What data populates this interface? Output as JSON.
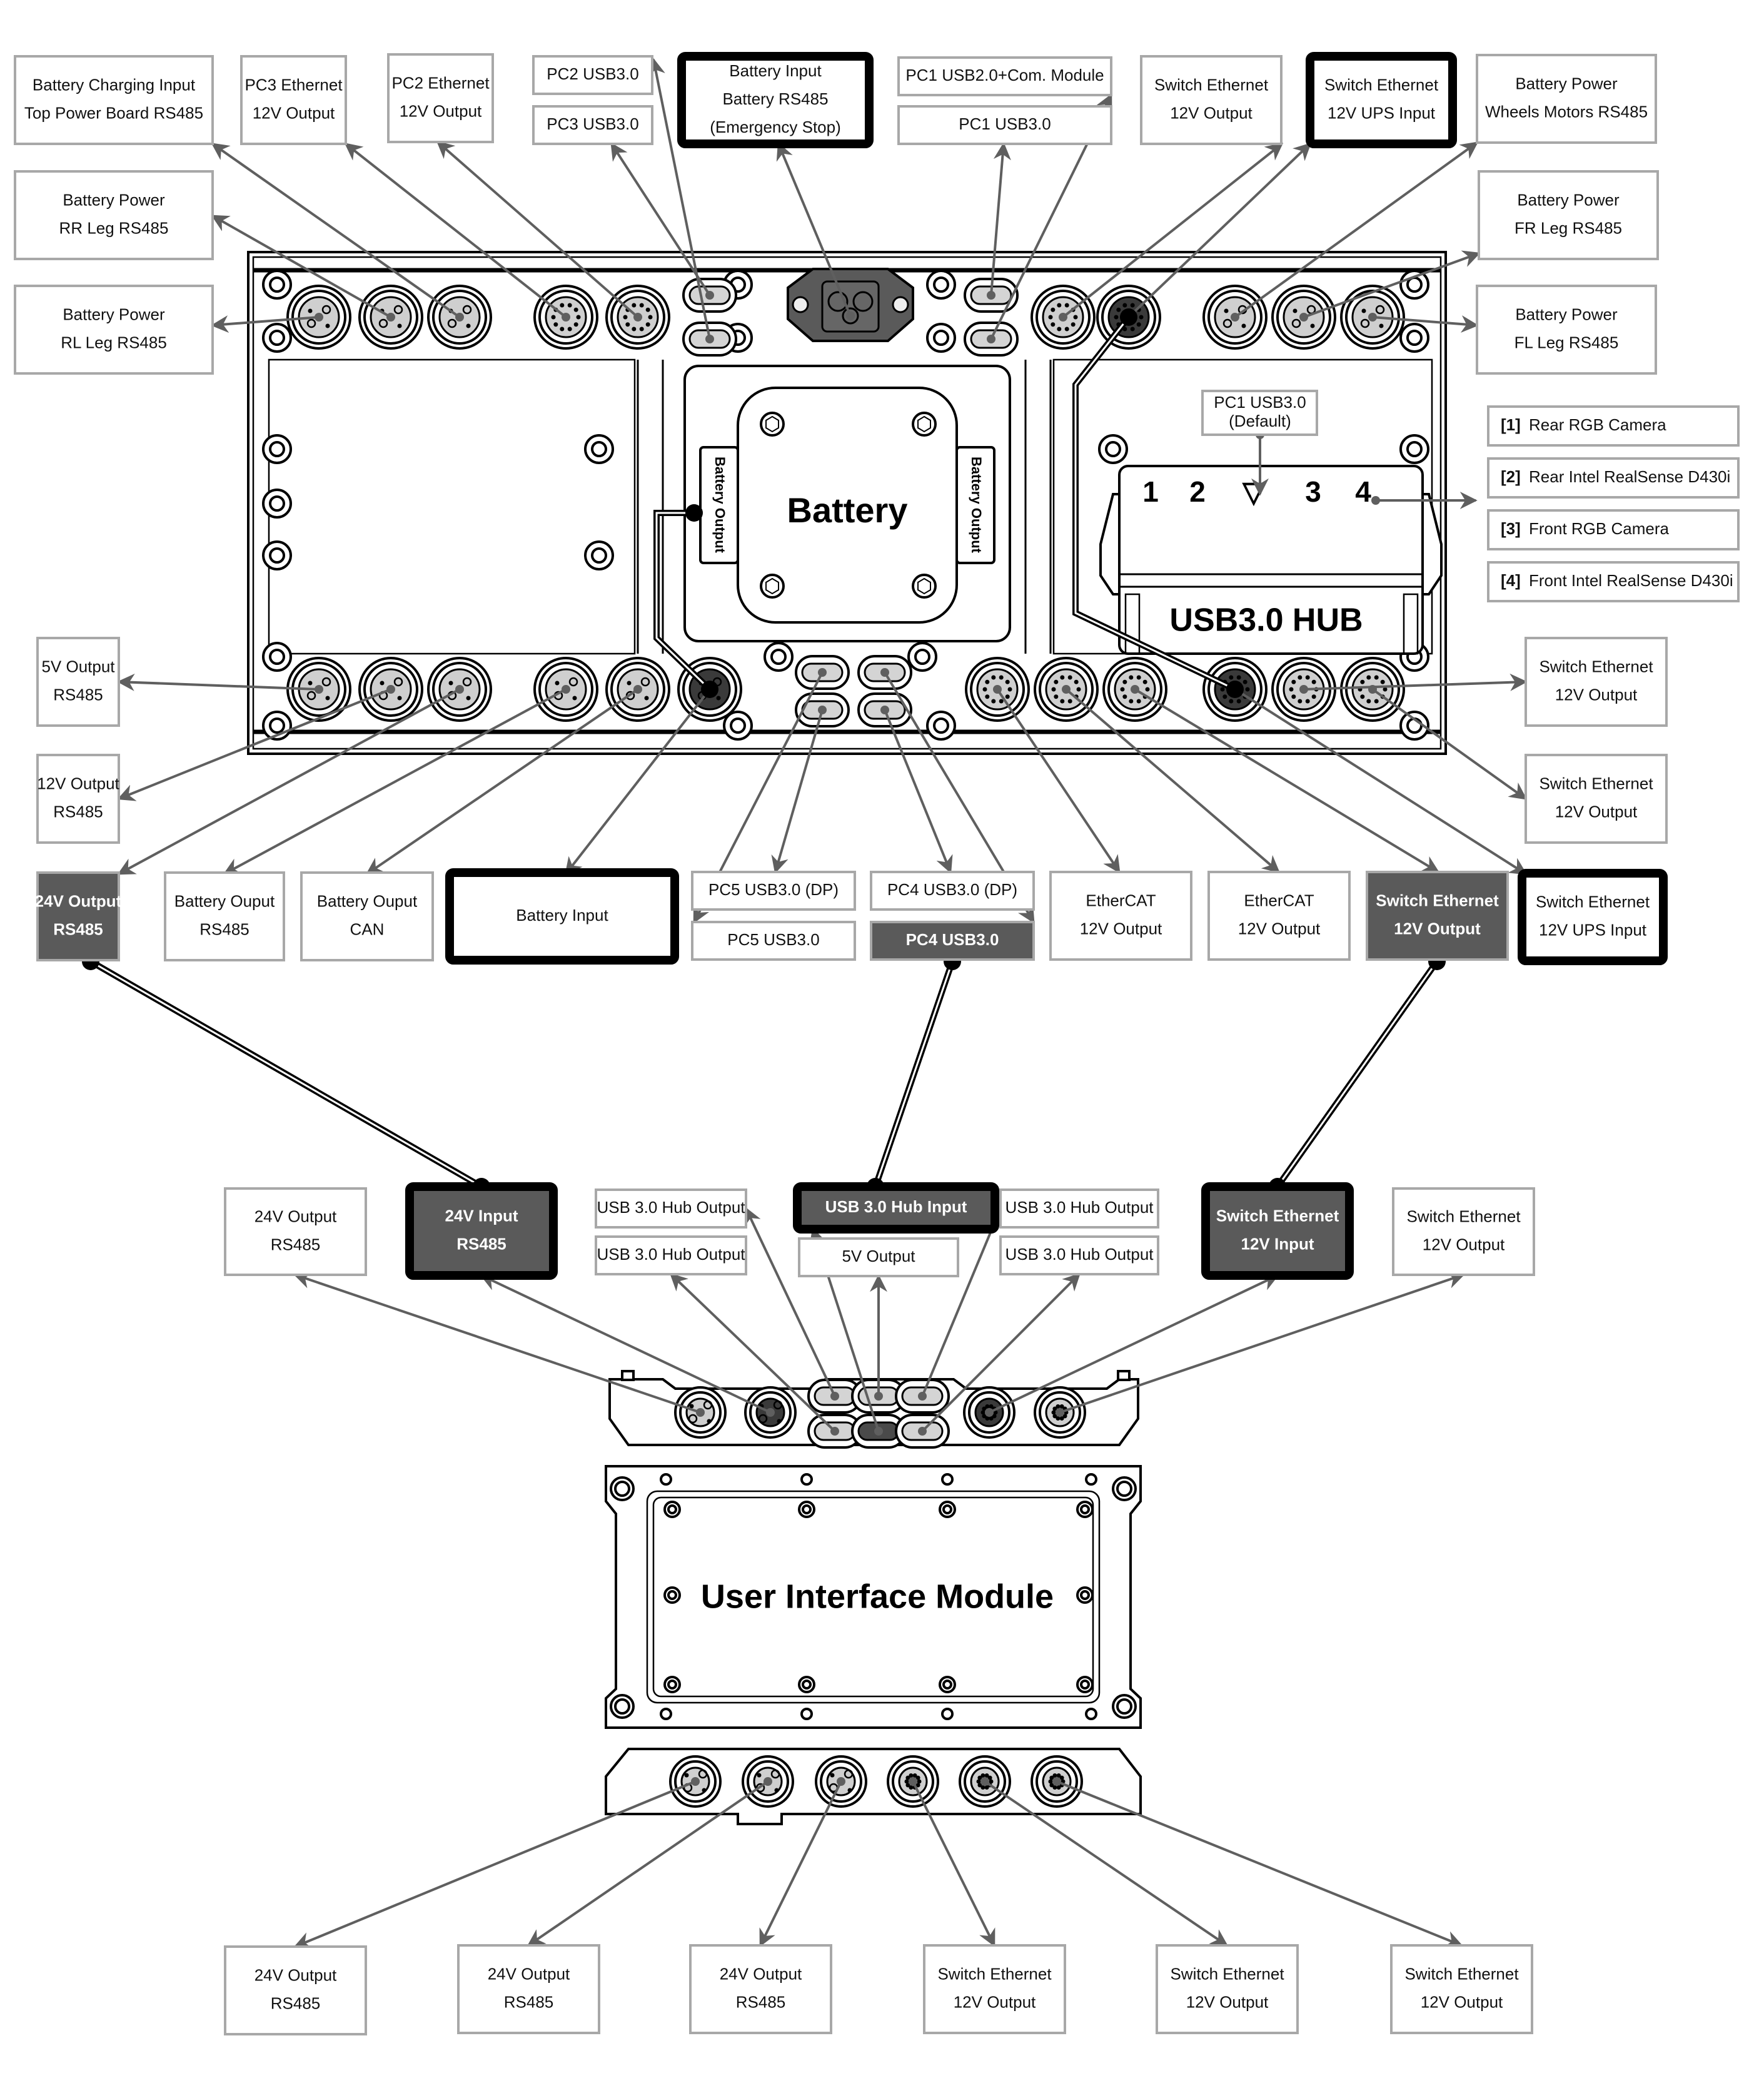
{
  "diagram": {
    "title": "Robot Main Body and User Interface Module Connector Map",
    "main_board": {
      "battery_label": "Battery",
      "battery_output_left": "Battery Output",
      "battery_output_right": "Battery Output",
      "hub_label": "USB3.0 HUB",
      "hub_ports": [
        "1",
        "2",
        "▽",
        "3",
        "4"
      ],
      "hub_default_note": [
        "PC1 USB3.0",
        "(Default)"
      ],
      "hub_port_legend": [
        {
          "num": "[1]",
          "text": "Rear RGB Camera"
        },
        {
          "num": "[2]",
          "text": "Rear Intel RealSense D430i"
        },
        {
          "num": "[3]",
          "text": "Front RGB Camera"
        },
        {
          "num": "[4]",
          "text": "Front Intel RealSense D430i"
        }
      ]
    },
    "top_labels": [
      {
        "id": "battery-charging-input",
        "lines": [
          "Battery Charging Input",
          "Top Power Board RS485"
        ],
        "style": "normal"
      },
      {
        "id": "pc3-ethernet",
        "lines": [
          "PC3 Ethernet",
          "12V Output"
        ],
        "style": "normal"
      },
      {
        "id": "pc2-ethernet",
        "lines": [
          "PC2 Ethernet",
          "12V Output"
        ],
        "style": "normal"
      },
      {
        "id": "pc2-usb",
        "lines": [
          "PC2 USB3.0"
        ],
        "style": "normal"
      },
      {
        "id": "pc3-usb",
        "lines": [
          "PC3 USB3.0"
        ],
        "style": "normal"
      },
      {
        "id": "battery-input-estop",
        "lines": [
          "Battery Input",
          "Battery RS485",
          "(Emergency Stop)"
        ],
        "style": "thick"
      },
      {
        "id": "pc1-usb2-com",
        "lines": [
          "PC1 USB2.0+Com. Module"
        ],
        "style": "normal"
      },
      {
        "id": "pc1-usb3",
        "lines": [
          "PC1 USB3.0"
        ],
        "style": "normal"
      },
      {
        "id": "switch-ethernet-top",
        "lines": [
          "Switch Ethernet",
          "12V Output"
        ],
        "style": "normal"
      },
      {
        "id": "switch-ethernet-ups-top",
        "lines": [
          "Switch Ethernet",
          "12V UPS Input"
        ],
        "style": "thick"
      },
      {
        "id": "battery-power-wheels",
        "lines": [
          "Battery Power",
          "Wheels Motors RS485"
        ],
        "style": "normal"
      },
      {
        "id": "battery-power-rr",
        "lines": [
          "Battery Power",
          "RR Leg RS485"
        ],
        "style": "normal"
      },
      {
        "id": "battery-power-rl",
        "lines": [
          "Battery Power",
          "RL Leg RS485"
        ],
        "style": "normal"
      },
      {
        "id": "battery-power-fr",
        "lines": [
          "Battery Power",
          "FR Leg RS485"
        ],
        "style": "normal"
      },
      {
        "id": "battery-power-fl",
        "lines": [
          "Battery Power",
          "FL Leg RS485"
        ],
        "style": "normal"
      }
    ],
    "bottom_labels": [
      {
        "id": "5v-output",
        "lines": [
          "5V Output",
          "RS485"
        ],
        "style": "normal"
      },
      {
        "id": "12v-output",
        "lines": [
          "12V Output",
          "RS485"
        ],
        "style": "normal"
      },
      {
        "id": "24v-output",
        "lines": [
          "24V Output",
          "RS485"
        ],
        "style": "dark"
      },
      {
        "id": "battery-ouput-rs485",
        "lines": [
          "Battery Ouput",
          "RS485"
        ],
        "style": "normal"
      },
      {
        "id": "battery-ouput-can",
        "lines": [
          "Battery Ouput",
          "CAN"
        ],
        "style": "normal"
      },
      {
        "id": "battery-input",
        "lines": [
          "Battery Input"
        ],
        "style": "thick"
      },
      {
        "id": "pc5-usb-dp",
        "lines": [
          "PC5 USB3.0 (DP)"
        ],
        "style": "normal"
      },
      {
        "id": "pc5-usb",
        "lines": [
          "PC5 USB3.0"
        ],
        "style": "normal"
      },
      {
        "id": "pc4-usb-dp",
        "lines": [
          "PC4 USB3.0 (DP)"
        ],
        "style": "normal"
      },
      {
        "id": "pc4-usb",
        "lines": [
          "PC4 USB3.0"
        ],
        "style": "dark"
      },
      {
        "id": "ethercat-1",
        "lines": [
          "EtherCAT",
          "12V Output"
        ],
        "style": "normal"
      },
      {
        "id": "ethercat-2",
        "lines": [
          "EtherCAT",
          "12V Output"
        ],
        "style": "normal"
      },
      {
        "id": "switch-ethernet-dark",
        "lines": [
          "Switch Ethernet",
          "12V Output"
        ],
        "style": "dark"
      },
      {
        "id": "switch-ethernet-ups-bottom",
        "lines": [
          "Switch Ethernet",
          "12V UPS Input"
        ],
        "style": "thick"
      },
      {
        "id": "switch-ethernet-right-1",
        "lines": [
          "Switch Ethernet",
          "12V Output"
        ],
        "style": "normal"
      },
      {
        "id": "switch-ethernet-right-2",
        "lines": [
          "Switch Ethernet",
          "12V Output"
        ],
        "style": "normal"
      }
    ],
    "ui_module": {
      "label": "User Interface Module",
      "top_labels": [
        {
          "id": "ui-24v-output",
          "lines": [
            "24V Output",
            "RS485"
          ],
          "style": "normal"
        },
        {
          "id": "ui-24v-input",
          "lines": [
            "24V Input",
            "RS485"
          ],
          "style": "dark-thick"
        },
        {
          "id": "ui-usb-hub-out-1",
          "lines": [
            "USB 3.0 Hub Output"
          ],
          "style": "normal"
        },
        {
          "id": "ui-usb-hub-out-2",
          "lines": [
            "USB 3.0 Hub Output"
          ],
          "style": "normal"
        },
        {
          "id": "ui-usb-hub-in",
          "lines": [
            "USB 3.0 Hub Input"
          ],
          "style": "dark-thick"
        },
        {
          "id": "ui-5v-output",
          "lines": [
            "5V Output"
          ],
          "style": "normal"
        },
        {
          "id": "ui-usb-hub-out-3",
          "lines": [
            "USB 3.0 Hub Output"
          ],
          "style": "normal"
        },
        {
          "id": "ui-usb-hub-out-4",
          "lines": [
            "USB 3.0 Hub Output"
          ],
          "style": "normal"
        },
        {
          "id": "ui-switch-eth-in",
          "lines": [
            "Switch Ethernet",
            "12V Input"
          ],
          "style": "dark-thick"
        },
        {
          "id": "ui-switch-eth-out",
          "lines": [
            "Switch Ethernet",
            "12V Output"
          ],
          "style": "normal"
        }
      ],
      "bottom_labels": [
        {
          "id": "ui-b-24v-1",
          "lines": [
            "24V Output",
            "RS485"
          ],
          "style": "normal"
        },
        {
          "id": "ui-b-24v-2",
          "lines": [
            "24V Output",
            "RS485"
          ],
          "style": "normal"
        },
        {
          "id": "ui-b-24v-3",
          "lines": [
            "24V Output",
            "RS485"
          ],
          "style": "normal"
        },
        {
          "id": "ui-b-sw-1",
          "lines": [
            "Switch Ethernet",
            "12V Output"
          ],
          "style": "normal"
        },
        {
          "id": "ui-b-sw-2",
          "lines": [
            "Switch Ethernet",
            "12V Output"
          ],
          "style": "normal"
        },
        {
          "id": "ui-b-sw-3",
          "lines": [
            "Switch Ethernet",
            "12V Output"
          ],
          "style": "normal"
        }
      ]
    },
    "cables": [
      {
        "from": "24V Output RS485",
        "to": "24V Input RS485"
      },
      {
        "from": "PC4 USB3.0",
        "to": "USB 3.0 Hub Input"
      },
      {
        "from": "Switch Ethernet 12V Output",
        "to": "Switch Ethernet 12V Input"
      }
    ],
    "colors": {
      "dark_fill": "#5a5a5a",
      "leader": "#5f5f5f",
      "box_border": "#a8a8a8",
      "emphasis_border": "#000000"
    }
  }
}
